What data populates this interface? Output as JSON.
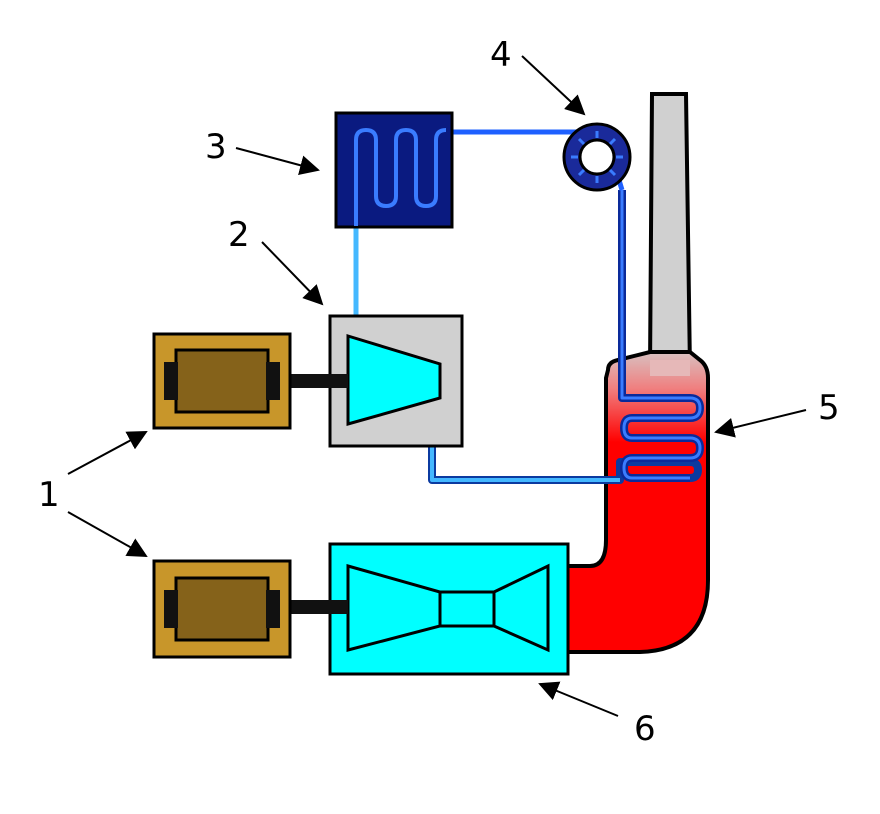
{
  "labels": {
    "generators": "1",
    "steam_turbine": "2",
    "condenser": "3",
    "pump": "4",
    "heat_recovery_steam_generator": "5",
    "gas_turbine": "6"
  },
  "colors": {
    "generator_housing": "#c8962a",
    "generator_body": "#85621a",
    "steam_turbine_box": "#d0d0d0",
    "turbine_fill": "#00ffff",
    "condenser": "#0a1a80",
    "pump_ring": "#1a2a9a",
    "hrsg_hot": "#ff0000",
    "hrsg_cool": "#d0d0d0",
    "steam_pipe": "#1e78ff",
    "water_pipe": "#44b8ff",
    "shaft": "#111111"
  }
}
